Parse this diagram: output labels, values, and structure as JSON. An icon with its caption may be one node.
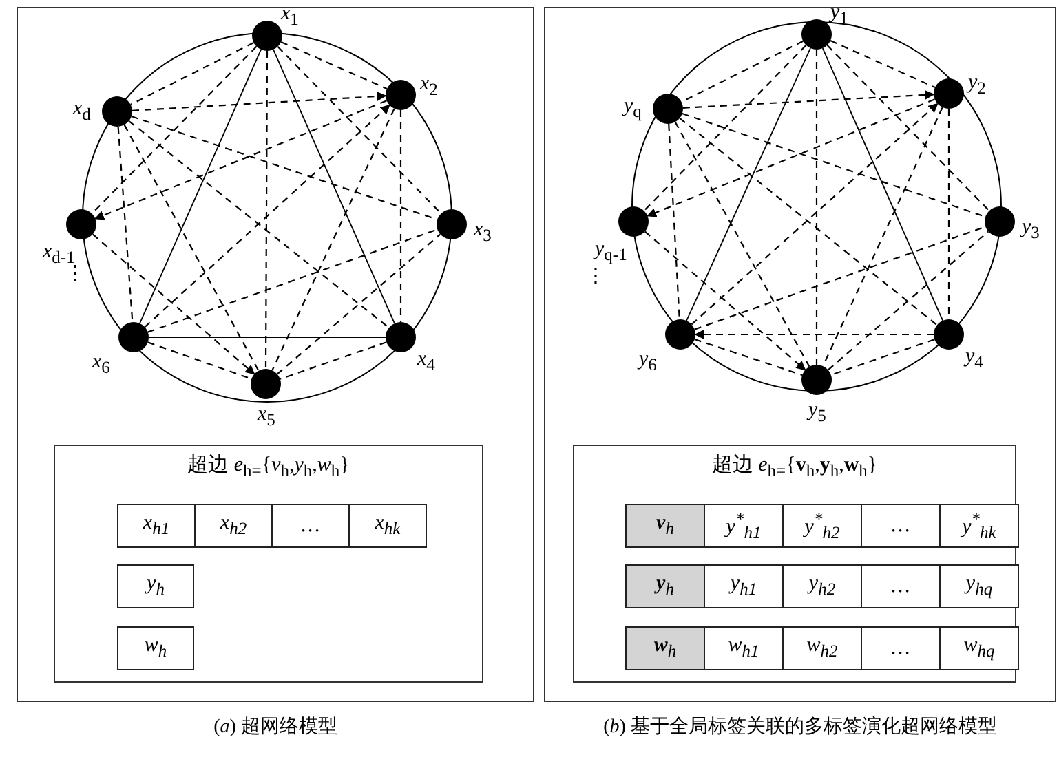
{
  "diagram": {
    "nodes": [
      {
        "text": [
          "(*a*) 超网络模型"
        ]
      },
      {
        "text": [],
        "shape": "circle",
        "beside": [
          "*x*$_{1}$"
        ],
        "in": 0
      },
      {
        "text": [],
        "shape": "circle",
        "beside": [
          "*x*$_{2}$"
        ],
        "in": 0
      },
      {
        "text": [],
        "shape": "circle",
        "beside": [
          "*x*$_{3}$"
        ],
        "in": 0
      },
      {
        "text": [],
        "shape": "circle",
        "beside": [
          "*x*$_{4}$"
        ],
        "in": 0
      },
      {
        "text": [],
        "shape": "circle",
        "beside": [
          "*x*$_{5}$"
        ],
        "in": 0
      },
      {
        "text": [],
        "shape": "circle",
        "beside": [
          "*x*$_{6}$"
        ],
        "in": 0
      },
      {
        "text": [],
        "shape": "circle",
        "beside": [
          "*x*$_{d-1}$"
        ],
        "in": 0
      },
      {
        "text": [],
        "shape": "circle",
        "beside": [
          "*x*$_{d}$"
        ],
        "in": 0
      },
      {
        "text": [
          "超边 *e*$_{h=}${*v*$_{h}$,*y*$_{h}$,*w*$_{h}$}"
        ],
        "in": 0
      },
      {
        "text": [
          "*x*$_{h1}$"
        ],
        "in": 9
      },
      {
        "text": [
          "*x*$_{h2}$"
        ],
        "in": 9
      },
      {
        "text": [
          "…"
        ],
        "in": 9
      },
      {
        "text": [
          "*x*$_{hk}$"
        ],
        "in": 9
      },
      {
        "text": [
          "*y*$_{h}$"
        ],
        "in": 9
      },
      {
        "text": [
          "*w*$_{h}$"
        ],
        "in": 9
      },
      {
        "text": [
          "(*b*) 基于全局标签关联的多标签演化超网络模型"
        ]
      },
      {
        "text": [],
        "shape": "circle",
        "beside": [
          "*y*$_{1}$"
        ],
        "in": 16
      },
      {
        "text": [],
        "shape": "circle",
        "beside": [
          "*y*$_{2}$"
        ],
        "in": 16
      },
      {
        "text": [],
        "shape": "circle",
        "beside": [
          "*y*$_{3}$"
        ],
        "in": 16
      },
      {
        "text": [],
        "shape": "circle",
        "beside": [
          "*y*$_{4}$"
        ],
        "in": 16
      },
      {
        "text": [],
        "shape": "circle",
        "beside": [
          "*y*$_{5}$"
        ],
        "in": 16
      },
      {
        "text": [],
        "shape": "circle",
        "beside": [
          "*y*$_{6}$"
        ],
        "in": 16
      },
      {
        "text": [],
        "shape": "circle",
        "beside": [
          "*y*$_{q-1}$"
        ],
        "in": 16
      },
      {
        "text": [],
        "shape": "circle",
        "beside": [
          "*y*$_{q}$"
        ],
        "in": 16
      },
      {
        "text": [
          "超边 *e*$_{h=}${**v**$_{h}$,**y**$_{h}$,**w**$_{h}$}"
        ],
        "in": 16
      },
      {
        "text": [
          "**v**$_{h}$"
        ],
        "in": 25
      },
      {
        "text": [
          "*y*$^{*}$$_{h1}$"
        ],
        "in": 25
      },
      {
        "text": [
          "*y*$^{*}$$_{h2}$"
        ],
        "in": 25
      },
      {
        "text": [
          "…"
        ],
        "in": 25
      },
      {
        "text": [
          "*y*$^{*}$$_{hk}$"
        ],
        "in": 25
      },
      {
        "text": [
          "**y**$_{h}$"
        ],
        "in": 25
      },
      {
        "text": [
          "*y*$_{h1}$"
        ],
        "in": 25
      },
      {
        "text": [
          "*y*$_{h2}$"
        ],
        "in": 25
      },
      {
        "text": [
          "…"
        ],
        "in": 25
      },
      {
        "text": [
          "*y*$_{hq}$"
        ],
        "in": 25
      },
      {
        "text": [
          "**w**$_{h}$"
        ],
        "in": 25
      },
      {
        "text": [
          "*w*$_{h1}$"
        ],
        "in": 25
      },
      {
        "text": [
          "*w*$_{h2}$"
        ],
        "in": 25
      },
      {
        "text": [
          "…"
        ],
        "in": 25
      },
      {
        "text": [
          "*w*$_{hq}$"
        ],
        "in": 25
      }
    ],
    "edges": [
      {
        "from": 1,
        "to": 6,
        "arrow": "none"
      },
      {
        "from": 1,
        "to": 4,
        "arrow": "none"
      },
      {
        "from": 6,
        "to": 4,
        "arrow": "none"
      },
      {
        "from": 1,
        "to": 8,
        "arrow": "none",
        "style": "dashed"
      },
      {
        "from": 1,
        "to": 5,
        "arrow": "none",
        "style": "dashed"
      },
      {
        "from": 8,
        "to": 6,
        "arrow": "none",
        "style": "dashed"
      },
      {
        "from": 8,
        "to": 3,
        "arrow": "none",
        "style": "dashed"
      },
      {
        "from": 8,
        "to": 4,
        "arrow": "none",
        "style": "dashed"
      },
      {
        "from": 6,
        "to": 5,
        "arrow": "none",
        "style": "dashed"
      },
      {
        "from": 5,
        "to": 3,
        "arrow": "none",
        "style": "dashed"
      },
      {
        "from": 1,
        "to": 2,
        "arrow": "none",
        "style": "dashed"
      },
      {
        "from": 1,
        "to": 3,
        "arrow": "none",
        "style": "dashed"
      },
      {
        "from": 1,
        "to": 7,
        "arrow": "none",
        "style": "dashed"
      },
      {
        "from": 2,
        "to": 4,
        "arrow": "none",
        "style": "dashed"
      },
      {
        "from": 2,
        "to": 7,
        "arrow": "to",
        "style": "dashed"
      },
      {
        "from": 7,
        "to": 5,
        "arrow": "to",
        "style": "dashed"
      },
      {
        "from": 4,
        "to": 5,
        "arrow": "none",
        "style": "dashed"
      },
      {
        "from": 6,
        "to": 2,
        "arrow": "to",
        "style": "dashed"
      },
      {
        "from": 8,
        "to": 2,
        "arrow": "to",
        "style": "dashed"
      },
      {
        "from": 8,
        "to": 5,
        "arrow": "none",
        "style": "dashed"
      },
      {
        "from": 6,
        "to": 3,
        "arrow": "none",
        "style": "dashed"
      },
      {
        "from": 2,
        "to": 5,
        "arrow": "none",
        "style": "dashed"
      },
      {
        "from": 17,
        "to": 22,
        "arrow": "none"
      },
      {
        "from": 17,
        "to": 20,
        "arrow": "none"
      },
      {
        "from": 17,
        "to": 24,
        "arrow": "none",
        "style": "dashed"
      },
      {
        "from": 17,
        "to": 21,
        "arrow": "none",
        "style": "dashed"
      },
      {
        "from": 24,
        "to": 22,
        "arrow": "none",
        "style": "dashed"
      },
      {
        "from": 24,
        "to": 19,
        "arrow": "none",
        "style": "dashed"
      },
      {
        "from": 24,
        "to": 20,
        "arrow": "none",
        "style": "dashed"
      },
      {
        "from": 22,
        "to": 21,
        "arrow": "none",
        "style": "dashed"
      },
      {
        "from": 21,
        "to": 19,
        "arrow": "none",
        "style": "dashed"
      },
      {
        "from": 17,
        "to": 18,
        "arrow": "none",
        "style": "dashed"
      },
      {
        "from": 17,
        "to": 19,
        "arrow": "none",
        "style": "dashed"
      },
      {
        "from": 17,
        "to": 23,
        "arrow": "none",
        "style": "dashed"
      },
      {
        "from": 18,
        "to": 20,
        "arrow": "none",
        "style": "dashed"
      },
      {
        "from": 18,
        "to": 23,
        "arrow": "to",
        "style": "dashed"
      },
      {
        "from": 23,
        "to": 21,
        "arrow": "to",
        "style": "dashed"
      },
      {
        "from": 20,
        "to": 21,
        "arrow": "none",
        "style": "dashed"
      },
      {
        "from": 22,
        "to": 18,
        "arrow": "to",
        "style": "dashed"
      },
      {
        "from": 24,
        "to": 18,
        "arrow": "to",
        "style": "dashed"
      },
      {
        "from": 24,
        "to": 21,
        "arrow": "none",
        "style": "dashed"
      },
      {
        "from": 22,
        "to": 19,
        "arrow": "none",
        "style": "dashed"
      },
      {
        "from": 18,
        "to": 21,
        "arrow": "none",
        "style": "dashed"
      },
      {
        "from": 20,
        "to": 22,
        "arrow": "to",
        "style": "dashed"
      }
    ],
    "labels": [
      "⋮",
      "⋮"
    ]
  }
}
